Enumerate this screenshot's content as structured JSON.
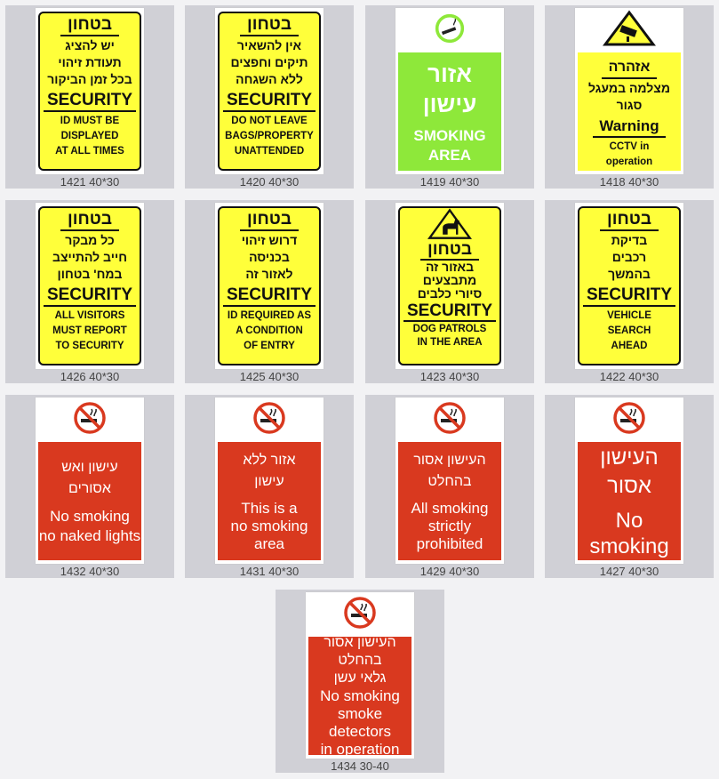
{
  "colors": {
    "yellow": "#ffff3a",
    "red": "#d9391f",
    "green": "#8ee83a"
  },
  "cards": [
    {
      "caption": "1421 40*30",
      "type": "yellow",
      "title": "בטחון",
      "hebrew": [
        "יש להציג",
        "תעודת זיהוי",
        "בכל זמן הביקור"
      ],
      "security": "SECURITY",
      "english": [
        "ID MUST BE",
        "DISPLAYED",
        "AT ALL TIMES"
      ]
    },
    {
      "caption": "1420 40*30",
      "type": "yellow",
      "title": "בטחון",
      "hebrew": [
        "אין להשאיר",
        "תיקים וחפצים",
        "ללא השגחה"
      ],
      "security": "SECURITY",
      "english": [
        "DO NOT LEAVE",
        "BAGS/PROPERTY",
        "UNATTENDED"
      ]
    },
    {
      "caption": "1419 40*30",
      "type": "green",
      "icon": "smoking-icon",
      "hebrew": [
        "אזור",
        "עישון"
      ],
      "english": [
        "SMOKING",
        "AREA"
      ]
    },
    {
      "caption": "1418 40*30",
      "type": "cctv",
      "icon": "cctv-camera-warning-icon",
      "title": "אזהרה",
      "hebrew": [
        "מצלמה במעגל",
        "סגור"
      ],
      "security": "Warning",
      "english": [
        "CCTV in",
        "operation"
      ]
    },
    {
      "caption": "1426 40*30",
      "type": "yellow",
      "title": "בטחון",
      "hebrew": [
        "כל מבקר",
        "חייב להתייצב",
        "במח' בטחון"
      ],
      "security": "SECURITY",
      "english": [
        "ALL VISITORS",
        "MUST REPORT",
        "TO SECURITY"
      ]
    },
    {
      "caption": "1425 40*30",
      "type": "yellow",
      "title": "בטחון",
      "hebrew": [
        "דרוש זיהוי",
        "בכניסה",
        "לאזור זה"
      ],
      "security": "SECURITY",
      "english": [
        "ID REQUIRED AS",
        "A CONDITION",
        "OF ENTRY"
      ]
    },
    {
      "caption": "1423 40*30",
      "type": "dog",
      "icon": "dog-warning-icon",
      "title": "בטחון",
      "hebrew": [
        "באזור זה",
        "מתבצעים",
        "סיורי כלבים"
      ],
      "security": "SECURITY",
      "english": [
        "DOG PATROLS",
        "IN THE AREA"
      ]
    },
    {
      "caption": "1422 40*30",
      "type": "yellow",
      "title": "בטחון",
      "hebrew": [
        "בדיקת",
        "רכבים",
        "בהמשך"
      ],
      "security": "SECURITY",
      "english": [
        "VEHICLE",
        "SEARCH",
        "AHEAD"
      ]
    },
    {
      "caption": "1432 40*30",
      "type": "red",
      "icon": "no-smoking-icon",
      "hebrew": [
        "עישון ואש",
        "אסורים"
      ],
      "english": [
        "No smoking",
        "no naked lights"
      ]
    },
    {
      "caption": "1431 40*30",
      "type": "red",
      "icon": "no-smoking-icon",
      "hebrew": [
        "אזור ללא",
        "עישון"
      ],
      "english": [
        "This is a",
        "no smoking",
        "area"
      ]
    },
    {
      "caption": "1429 40*30",
      "type": "red",
      "icon": "no-smoking-icon",
      "hebrew": [
        "העישון אסור",
        "בהחלט"
      ],
      "english": [
        "All smoking",
        "strictly",
        "prohibited"
      ]
    },
    {
      "caption": "1427 40*30",
      "type": "red",
      "icon": "no-smoking-icon",
      "hebrew": [
        "העישון",
        "אסור"
      ],
      "english": [
        "No",
        "smoking"
      ]
    },
    {
      "caption": "1434 30-40",
      "type": "red",
      "icon": "no-smoking-icon",
      "hebrew": [
        "העישון אסור",
        "בהחלט",
        "גלאי עשן"
      ],
      "english": [
        "No smoking",
        "smoke detectors",
        "in operation"
      ]
    }
  ]
}
